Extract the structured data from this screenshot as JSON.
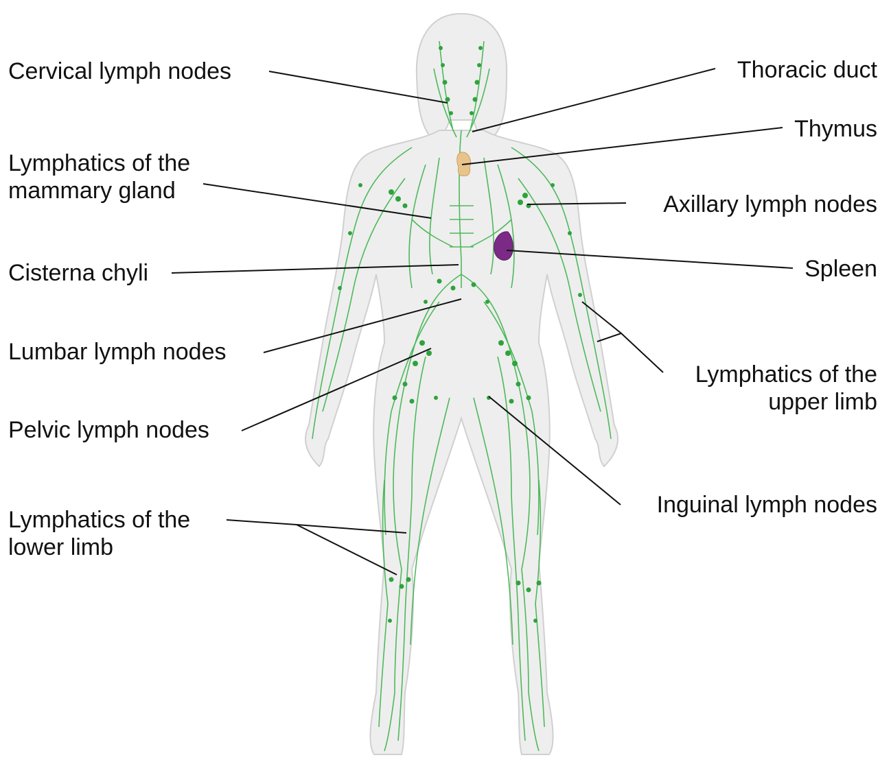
{
  "labels": {
    "cervical": "Cervical lymph nodes",
    "mammary_1": "Lymphatics of the",
    "mammary_2": "mammary gland",
    "cisterna": "Cisterna chyli",
    "lumbar": "Lumbar lymph nodes",
    "pelvic": "Pelvic lymph nodes",
    "lower_1": "Lymphatics of the",
    "lower_2": "lower limb",
    "thoracic": "Thoracic duct",
    "thymus": "Thymus",
    "axillary": "Axillary lymph nodes",
    "spleen": "Spleen",
    "upper_1": "Lymphatics of the",
    "upper_2": "upper limb",
    "inguinal": "Inguinal lymph nodes"
  },
  "colors": {
    "lymph": "#3cb44b",
    "node": "#2ea33c",
    "body_fill": "#ececec",
    "body_stroke": "#c8c8c8",
    "thymus": "#e8c48c",
    "spleen": "#7b2a86",
    "leader": "#111111"
  }
}
